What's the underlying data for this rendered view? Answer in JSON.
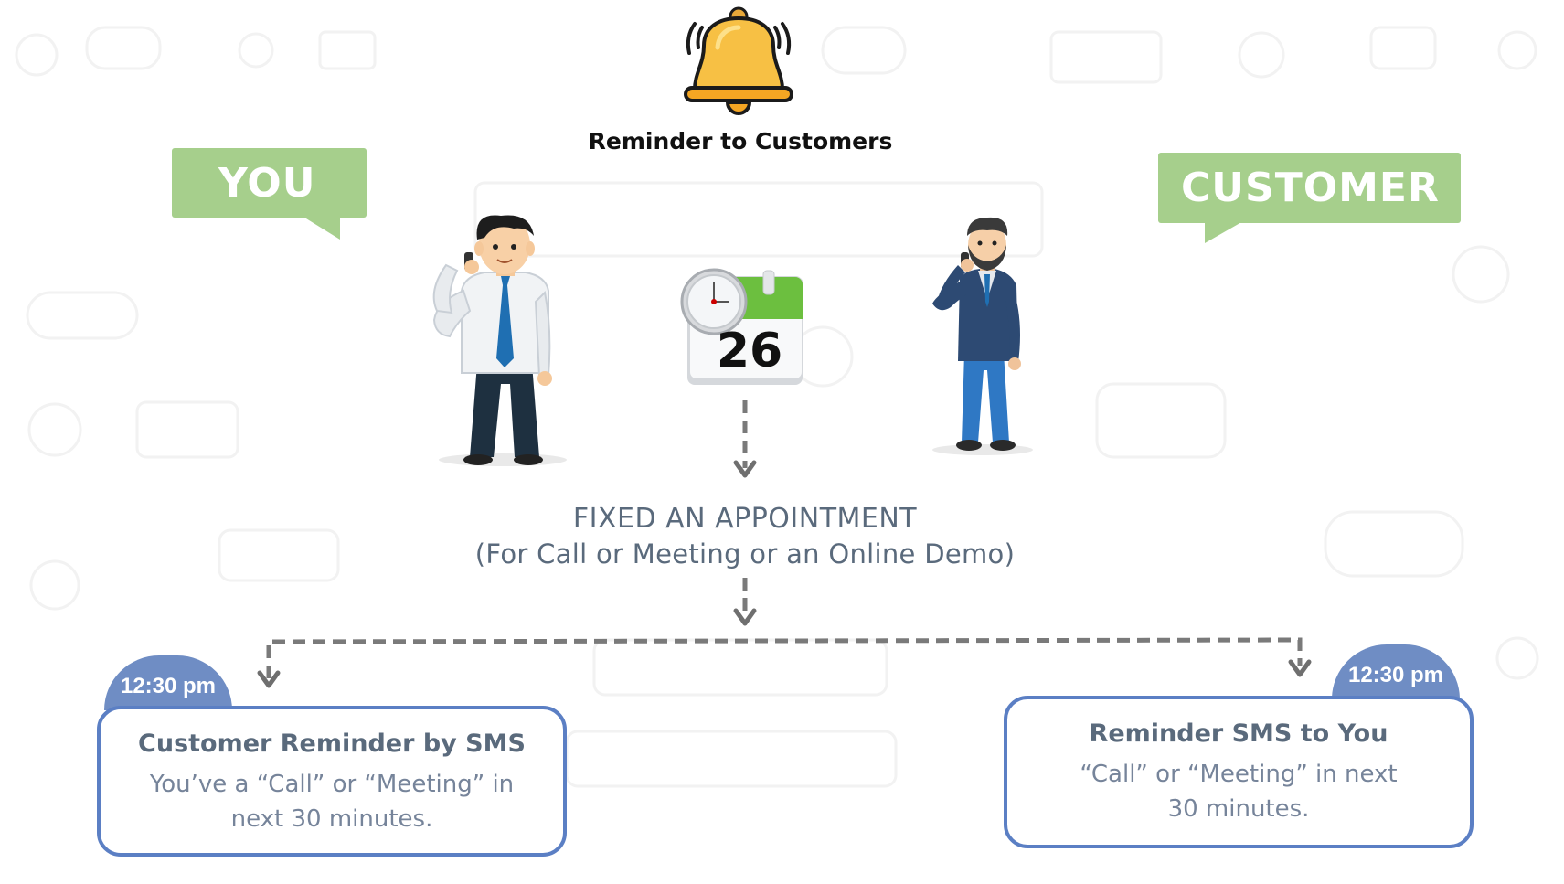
{
  "title": "Reminder to Customers",
  "you_label": "YOU",
  "customer_label": "CUSTOMER",
  "calendar_day": "26",
  "appointment": {
    "title": "FIXED AN APPOINTMENT",
    "subtitle": "(For Call or Meeting or  an  Online Demo)"
  },
  "left_card": {
    "time": "12:30 pm",
    "title": "Customer Reminder by SMS",
    "line1": "You’ve a “Call” or “Meeting”  in",
    "line2": "next 30 minutes."
  },
  "right_card": {
    "time": "12:30 pm",
    "title": "Reminder SMS to You",
    "line1": "“Call” or “Meeting”  in  next",
    "line2": "30 minutes."
  },
  "colors": {
    "bubble_green": "#a6cf8c",
    "card_border": "#5b7fc4",
    "dome_blue": "#6f8dc4",
    "text_gray": "#5a6a7c"
  }
}
